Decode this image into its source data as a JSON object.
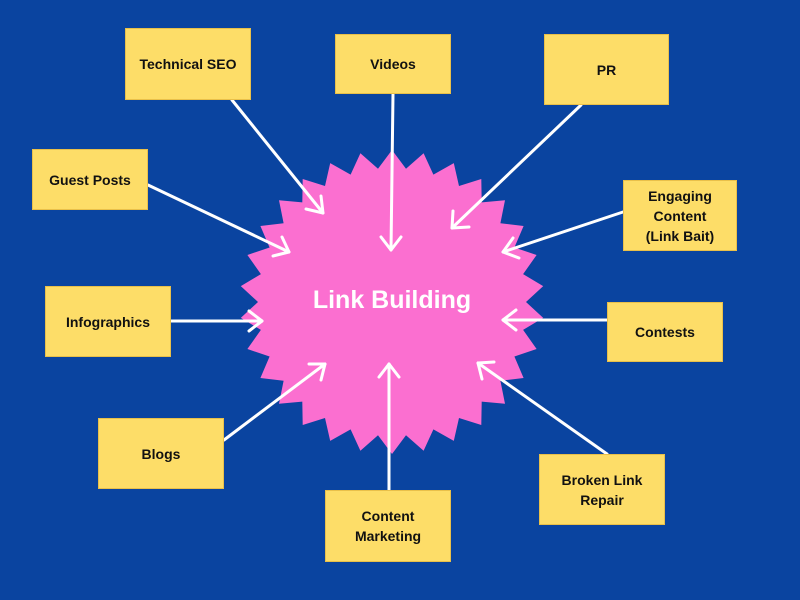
{
  "center": {
    "label": "Link Building",
    "fill_color": "#fb6fd0"
  },
  "background_color": "#0a44a0",
  "node_color": "#fddd68",
  "arrow_color": "#ffffff",
  "nodes": {
    "technical_seo": "Technical SEO",
    "videos": "Videos",
    "pr": "PR",
    "guest_posts": "Guest Posts",
    "engaging_content": "Engaging\nContent\n(Link Bait)",
    "infographics": "Infographics",
    "contests": "Contests",
    "blogs": "Blogs",
    "broken_link_repair": "Broken Link\nRepair",
    "content_marketing": "Content\nMarketing"
  }
}
